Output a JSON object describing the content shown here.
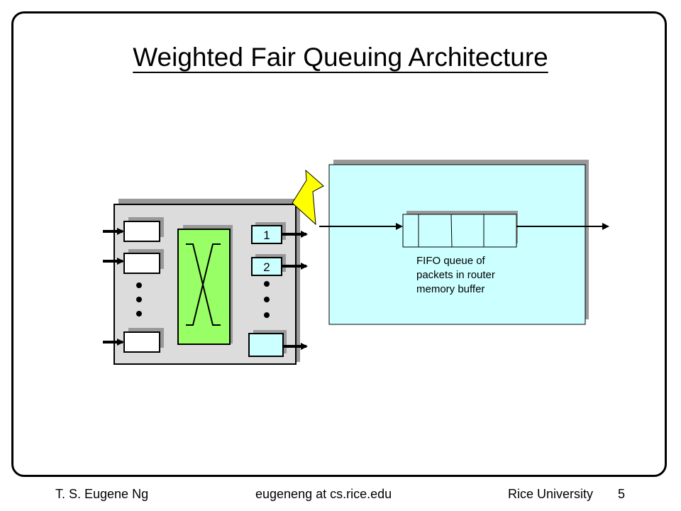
{
  "slide": {
    "title": "Weighted Fair Queuing Architecture"
  },
  "diagram": {
    "output_port_labels": [
      "1",
      "2"
    ],
    "queue_label": "FIFO queue of packets in router memory buffer",
    "colors": {
      "router_body": "#dcdcdc",
      "switch_fabric": "#99ff66",
      "output_buffer": "#ccffff",
      "detail_panel": "#ccffff",
      "zoom_pointer": "#ffff00",
      "shadow": "#999999"
    }
  },
  "footer": {
    "author": "T. S. Eugene Ng",
    "email": "eugeneng at cs.rice.edu",
    "institution": "Rice University",
    "page_number": "5"
  }
}
